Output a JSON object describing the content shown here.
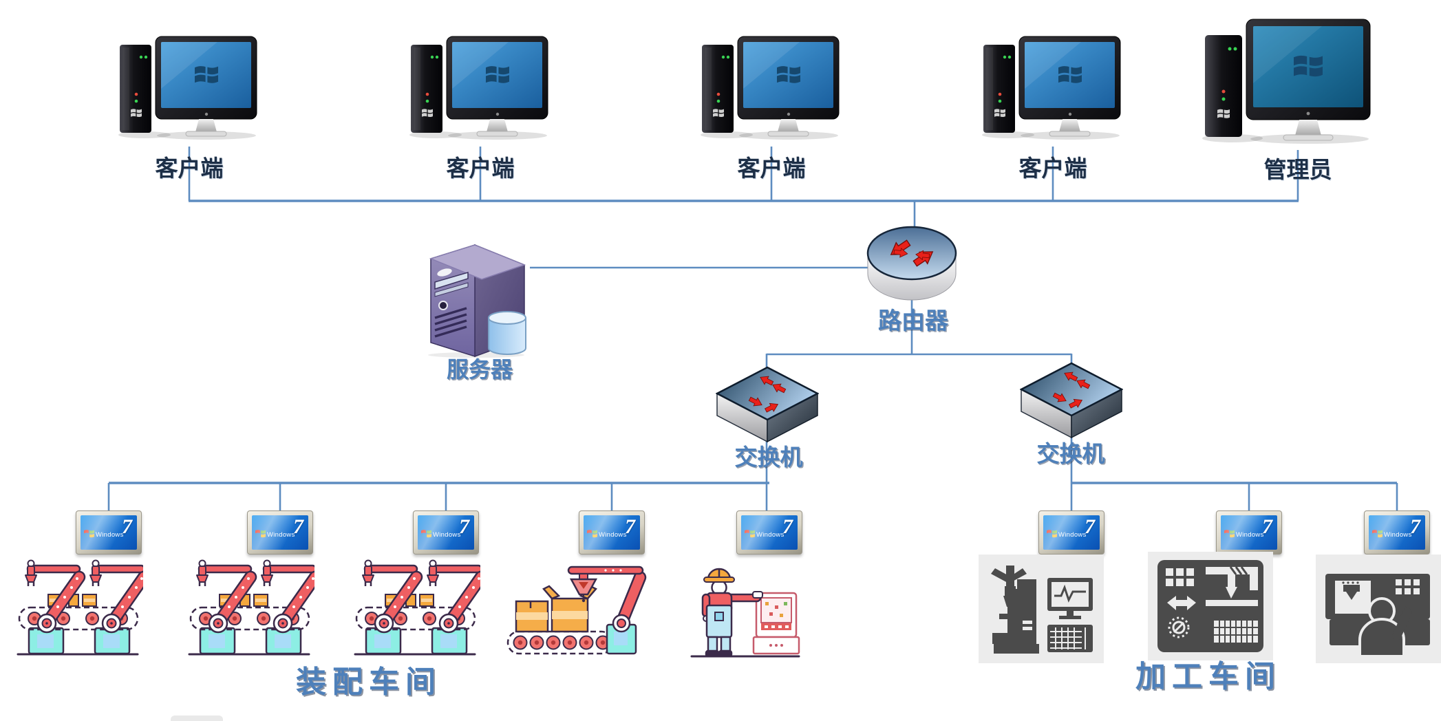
{
  "colors": {
    "connector": "#5d8cc0",
    "label_dark": "#1d2f47",
    "label_blue": "#4e80ba"
  },
  "os_badge": {
    "brand": "Windows",
    "version": "7"
  },
  "top_row": {
    "clients": [
      {
        "label": "客户端"
      },
      {
        "label": "客户端"
      },
      {
        "label": "客户端"
      },
      {
        "label": "客户端"
      }
    ],
    "admin": {
      "label": "管理员"
    }
  },
  "core": {
    "server": {
      "label": "服务器"
    },
    "router": {
      "label": "路由器"
    },
    "switch_left": {
      "label": "交换机"
    },
    "switch_right": {
      "label": "交换机"
    }
  },
  "workshops": {
    "assembly": {
      "label": "装配车间",
      "station_icons": [
        "assembly-line",
        "assembly-line",
        "assembly-line",
        "packing-robot",
        "worker-console"
      ]
    },
    "machining": {
      "label": "加工车间",
      "station_icons": [
        "cmm-machine",
        "cnc-lathe",
        "cnc-operator"
      ]
    }
  }
}
